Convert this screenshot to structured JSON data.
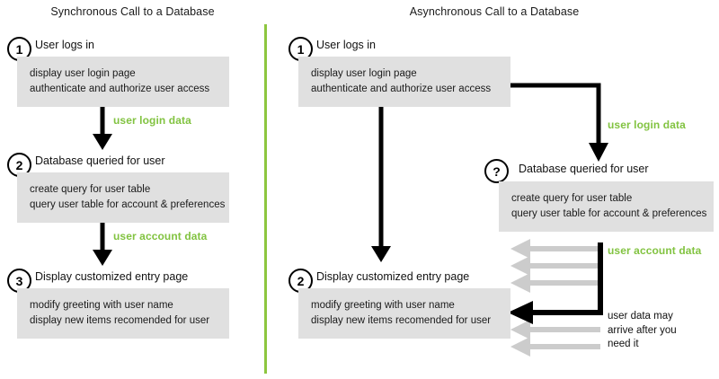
{
  "diagram": {
    "title_left": "Synchronous Call to a Database",
    "title_right": "Asynchronous Call to a Database",
    "divider_color": "#8dc63f",
    "accent_green": "#82c341",
    "box_fill": "#e0e0e0",
    "arrow_black": "#000000",
    "arrow_gray": "#cccccc"
  },
  "sync": {
    "steps": [
      {
        "badge": "1",
        "heading": "User logs in",
        "lines": [
          "display user login page",
          "authenticate and authorize user access"
        ]
      },
      {
        "badge": "2",
        "heading": "Database queried for user",
        "lines": [
          "create query for user table",
          "query user table for account & preferences"
        ]
      },
      {
        "badge": "3",
        "heading": "Display customized entry page",
        "lines": [
          "modify greeting with user name",
          "display new items recomended for user"
        ]
      }
    ],
    "arrow_labels": [
      "user login data",
      "user account data"
    ]
  },
  "async": {
    "steps": [
      {
        "badge": "1",
        "heading": "User logs in",
        "lines": [
          "display user login page",
          "authenticate and authorize user access"
        ]
      },
      {
        "badge": "2",
        "heading": "Display customized entry page",
        "lines": [
          "modify greeting with user name",
          "display new items recomended for user"
        ]
      }
    ],
    "db_step": {
      "badge": "?",
      "heading": "Database queried for user",
      "lines": [
        "create query for user table",
        "query user table for account & preferences"
      ]
    },
    "arrow_labels": [
      "user login data",
      "user account data"
    ],
    "note": [
      "user data may",
      "arrive after you",
      "need it"
    ]
  }
}
